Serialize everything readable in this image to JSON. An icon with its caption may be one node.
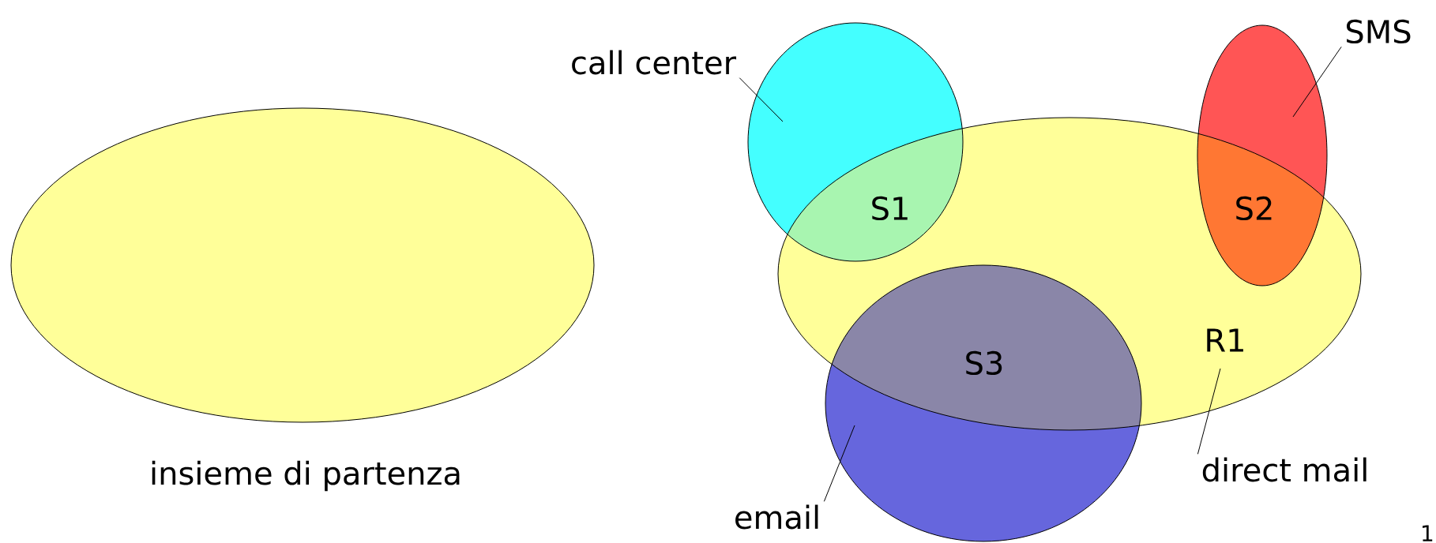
{
  "diagram": {
    "nodes": [
      {
        "text": [],
        "shape": "ellipse",
        "beside": [
          "insieme di partenza"
        ]
      },
      {
        "text": [
          "R1"
        ]
      },
      {
        "text": [],
        "shape": "ellipse"
      },
      {
        "text": [],
        "shape": "ellipse"
      },
      {
        "text": [],
        "shape": "ellipse"
      },
      {
        "text": [
          "call center"
        ]
      },
      {
        "text": [
          "SMS"
        ]
      },
      {
        "text": [
          "email"
        ]
      },
      {
        "text": [
          "direct mail"
        ]
      }
    ],
    "edges": [
      {
        "from": 5,
        "to": 2,
        "arrow": "none"
      },
      {
        "from": 6,
        "to": 3,
        "arrow": "none"
      },
      {
        "from": 7,
        "to": 4,
        "arrow": "none"
      },
      {
        "from": 8,
        "to": 1,
        "arrow": "none"
      }
    ],
    "labels": [
      "S1",
      "S2",
      "S3",
      "1"
    ]
  }
}
